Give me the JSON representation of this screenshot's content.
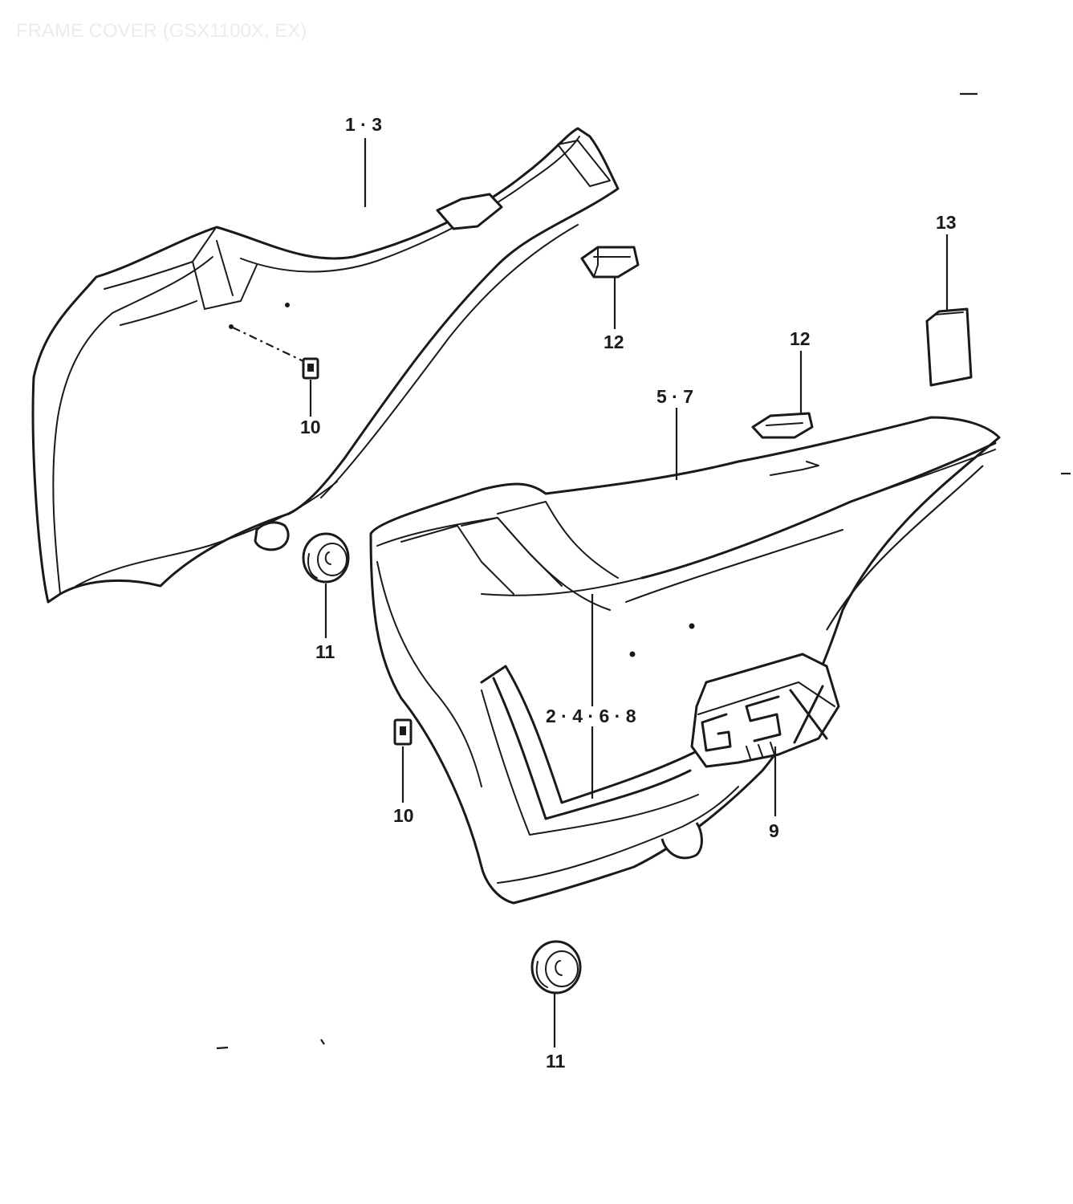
{
  "title": "FRAME COVER (GSX1100X, EX)",
  "callouts": {
    "c1": "1 · 3",
    "c2": "5 · 7",
    "c3": "2 · 4 · 6 · 8",
    "c4": "9",
    "c5": "10",
    "c6": "10",
    "c7": "11",
    "c8": "11",
    "c9": "12",
    "c10": "12",
    "c11": "13"
  },
  "emblem_lettering": "GSX"
}
